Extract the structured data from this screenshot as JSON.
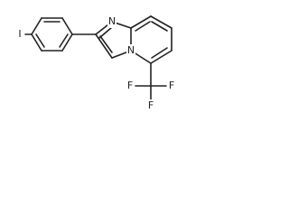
{
  "molecule": {
    "atom_labels": {
      "iodine": "I",
      "nitrogen_imidazole": "N",
      "nitrogen_bridge": "N",
      "fluorine_1": "F",
      "fluorine_2": "F",
      "fluorine_3": "F"
    },
    "colors": {
      "bond": "#222222",
      "text": "#222222",
      "background": "#ffffff"
    }
  }
}
